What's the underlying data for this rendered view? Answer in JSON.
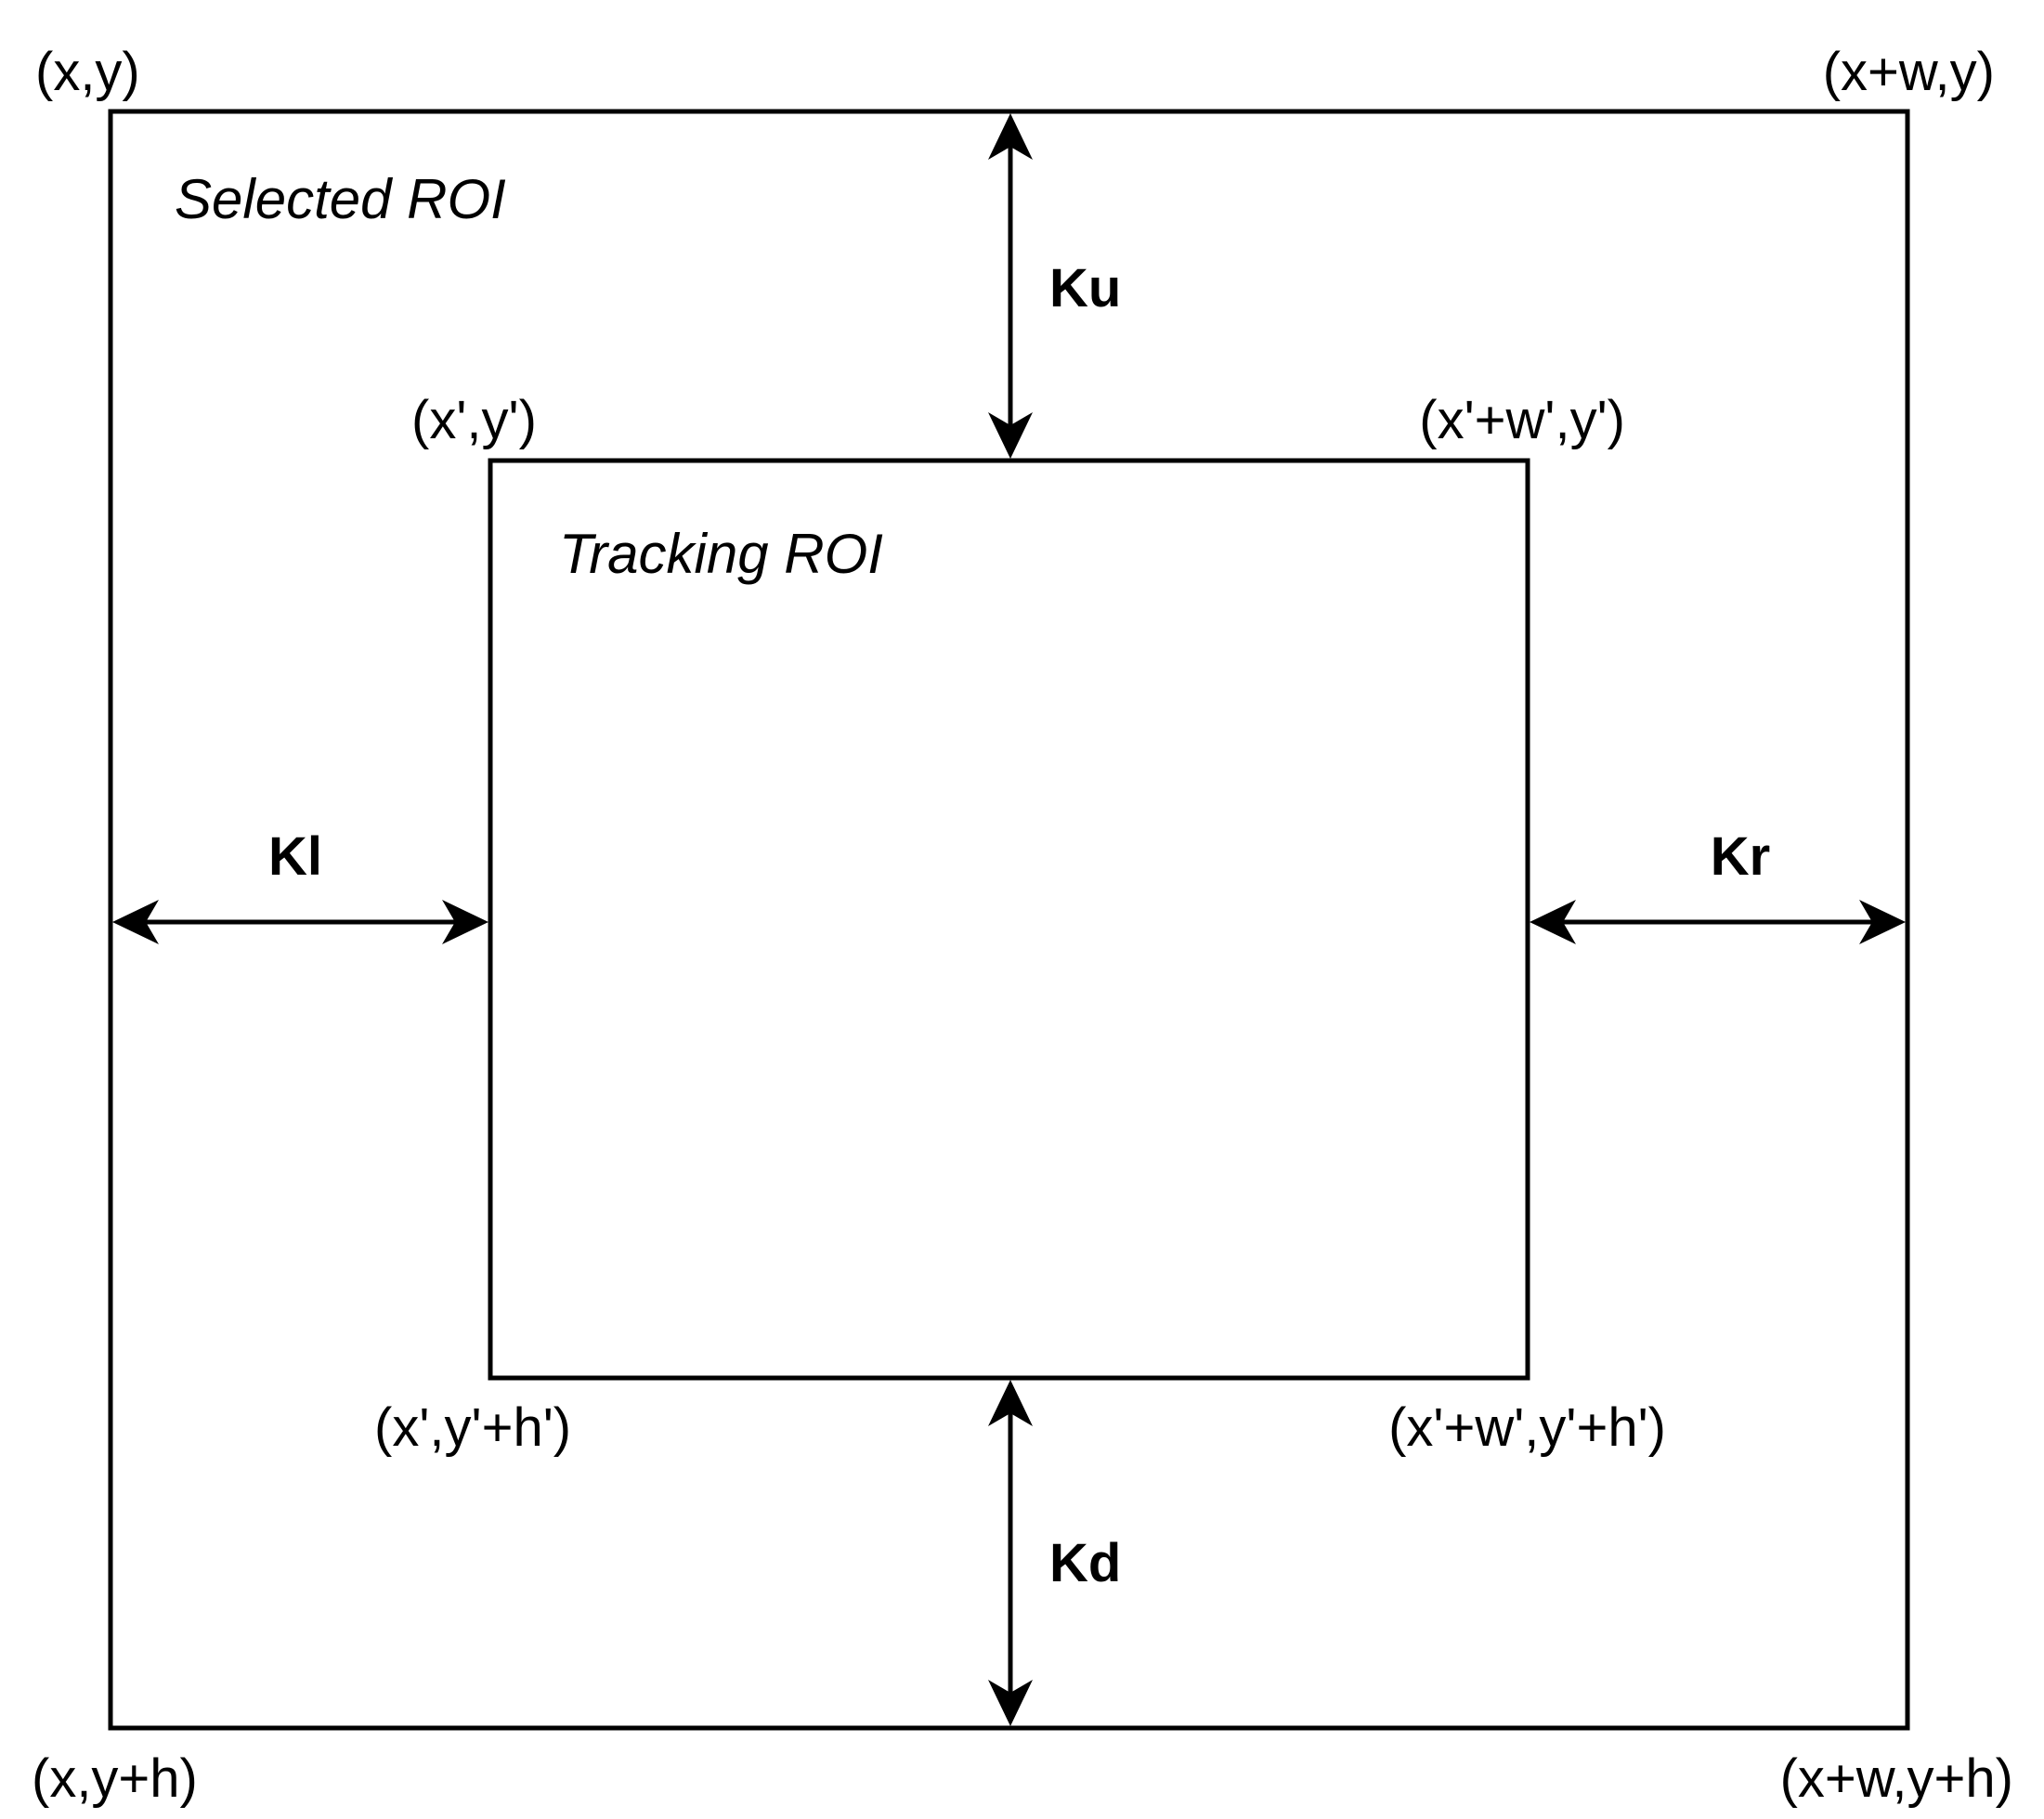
{
  "selected_roi": {
    "label": "Selected ROI",
    "corners": {
      "top_left": "(x,y)",
      "top_right": "(x+w,y)",
      "bottom_left": "(x,y+h)",
      "bottom_right": "(x+w,y+h)"
    }
  },
  "tracking_roi": {
    "label": "Tracking ROI",
    "corners": {
      "top_left": "(x',y')",
      "top_right": "(x'+w',y')",
      "bottom_left": "(x',y'+h')",
      "bottom_right": "(x'+w',y'+h')"
    }
  },
  "margins": {
    "up": "Ku",
    "down": "Kd",
    "left": "Kl",
    "right": "Kr"
  }
}
